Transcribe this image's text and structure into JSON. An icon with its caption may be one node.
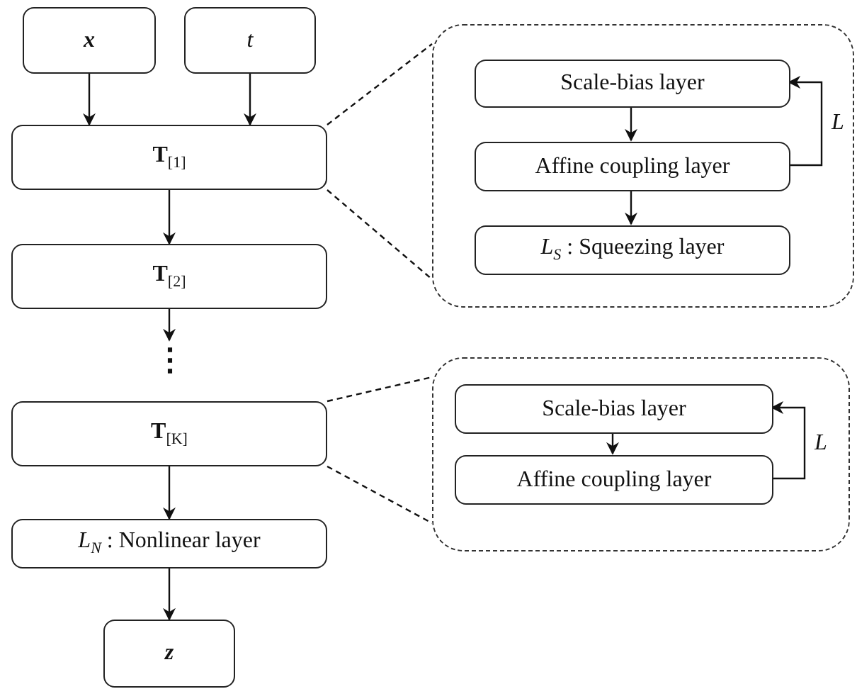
{
  "diagram": {
    "nodes": [
      {
        "text": [
          "x"
        ]
      },
      {
        "text": [
          "t"
        ]
      },
      {
        "text": [
          "**T**$_{[1]}$"
        ]
      },
      {
        "text": [
          "**T**$_{[2]}$"
        ]
      },
      {
        "text": [
          "⋮"
        ]
      },
      {
        "text": [
          "**T**$_{[K]}$"
        ]
      },
      {
        "text": [
          "*L*$_{N}$ : Nonlinear layer"
        ]
      },
      {
        "text": [
          "z"
        ]
      },
      {
        "text": [],
        "shape": "box"
      },
      {
        "text": [
          "Scale-bias layer"
        ],
        "in": 8
      },
      {
        "text": [
          "Affine coupling layer"
        ],
        "in": 8
      },
      {
        "text": [
          "*L*$_{S}$ : Squeezing layer"
        ],
        "in": 8
      },
      {
        "text": [],
        "shape": "box"
      },
      {
        "text": [
          "Scale-bias layer"
        ],
        "in": 12
      },
      {
        "text": [
          "Affine coupling layer"
        ],
        "in": 12
      }
    ],
    "edges": [
      {
        "from": 0,
        "to": 2,
        "arrow": "to"
      },
      {
        "from": 1,
        "to": 2,
        "arrow": "to"
      },
      {
        "from": 2,
        "to": 3,
        "arrow": "to"
      },
      {
        "from": 3,
        "to": 4,
        "arrow": "to"
      },
      {
        "from": 5,
        "to": 6,
        "arrow": "to"
      },
      {
        "from": 6,
        "to": 7,
        "arrow": "to"
      },
      {
        "from": 2,
        "to": 8,
        "arrow": "none",
        "style": "dashed"
      },
      {
        "from": 2,
        "to": 8,
        "arrow": "none",
        "style": "dashed"
      },
      {
        "from": 5,
        "to": 12,
        "arrow": "none",
        "style": "dashed"
      },
      {
        "from": 5,
        "to": 12,
        "arrow": "none",
        "style": "dashed"
      },
      {
        "from": 9,
        "to": 10,
        "arrow": "to"
      },
      {
        "from": 10,
        "to": 11,
        "arrow": "to"
      },
      {
        "from": 10,
        "to": 9,
        "arrow": "to",
        "label": "L"
      },
      {
        "from": 13,
        "to": 14,
        "arrow": "to"
      },
      {
        "from": 14,
        "to": 13,
        "arrow": "to",
        "label": "L"
      }
    ]
  }
}
